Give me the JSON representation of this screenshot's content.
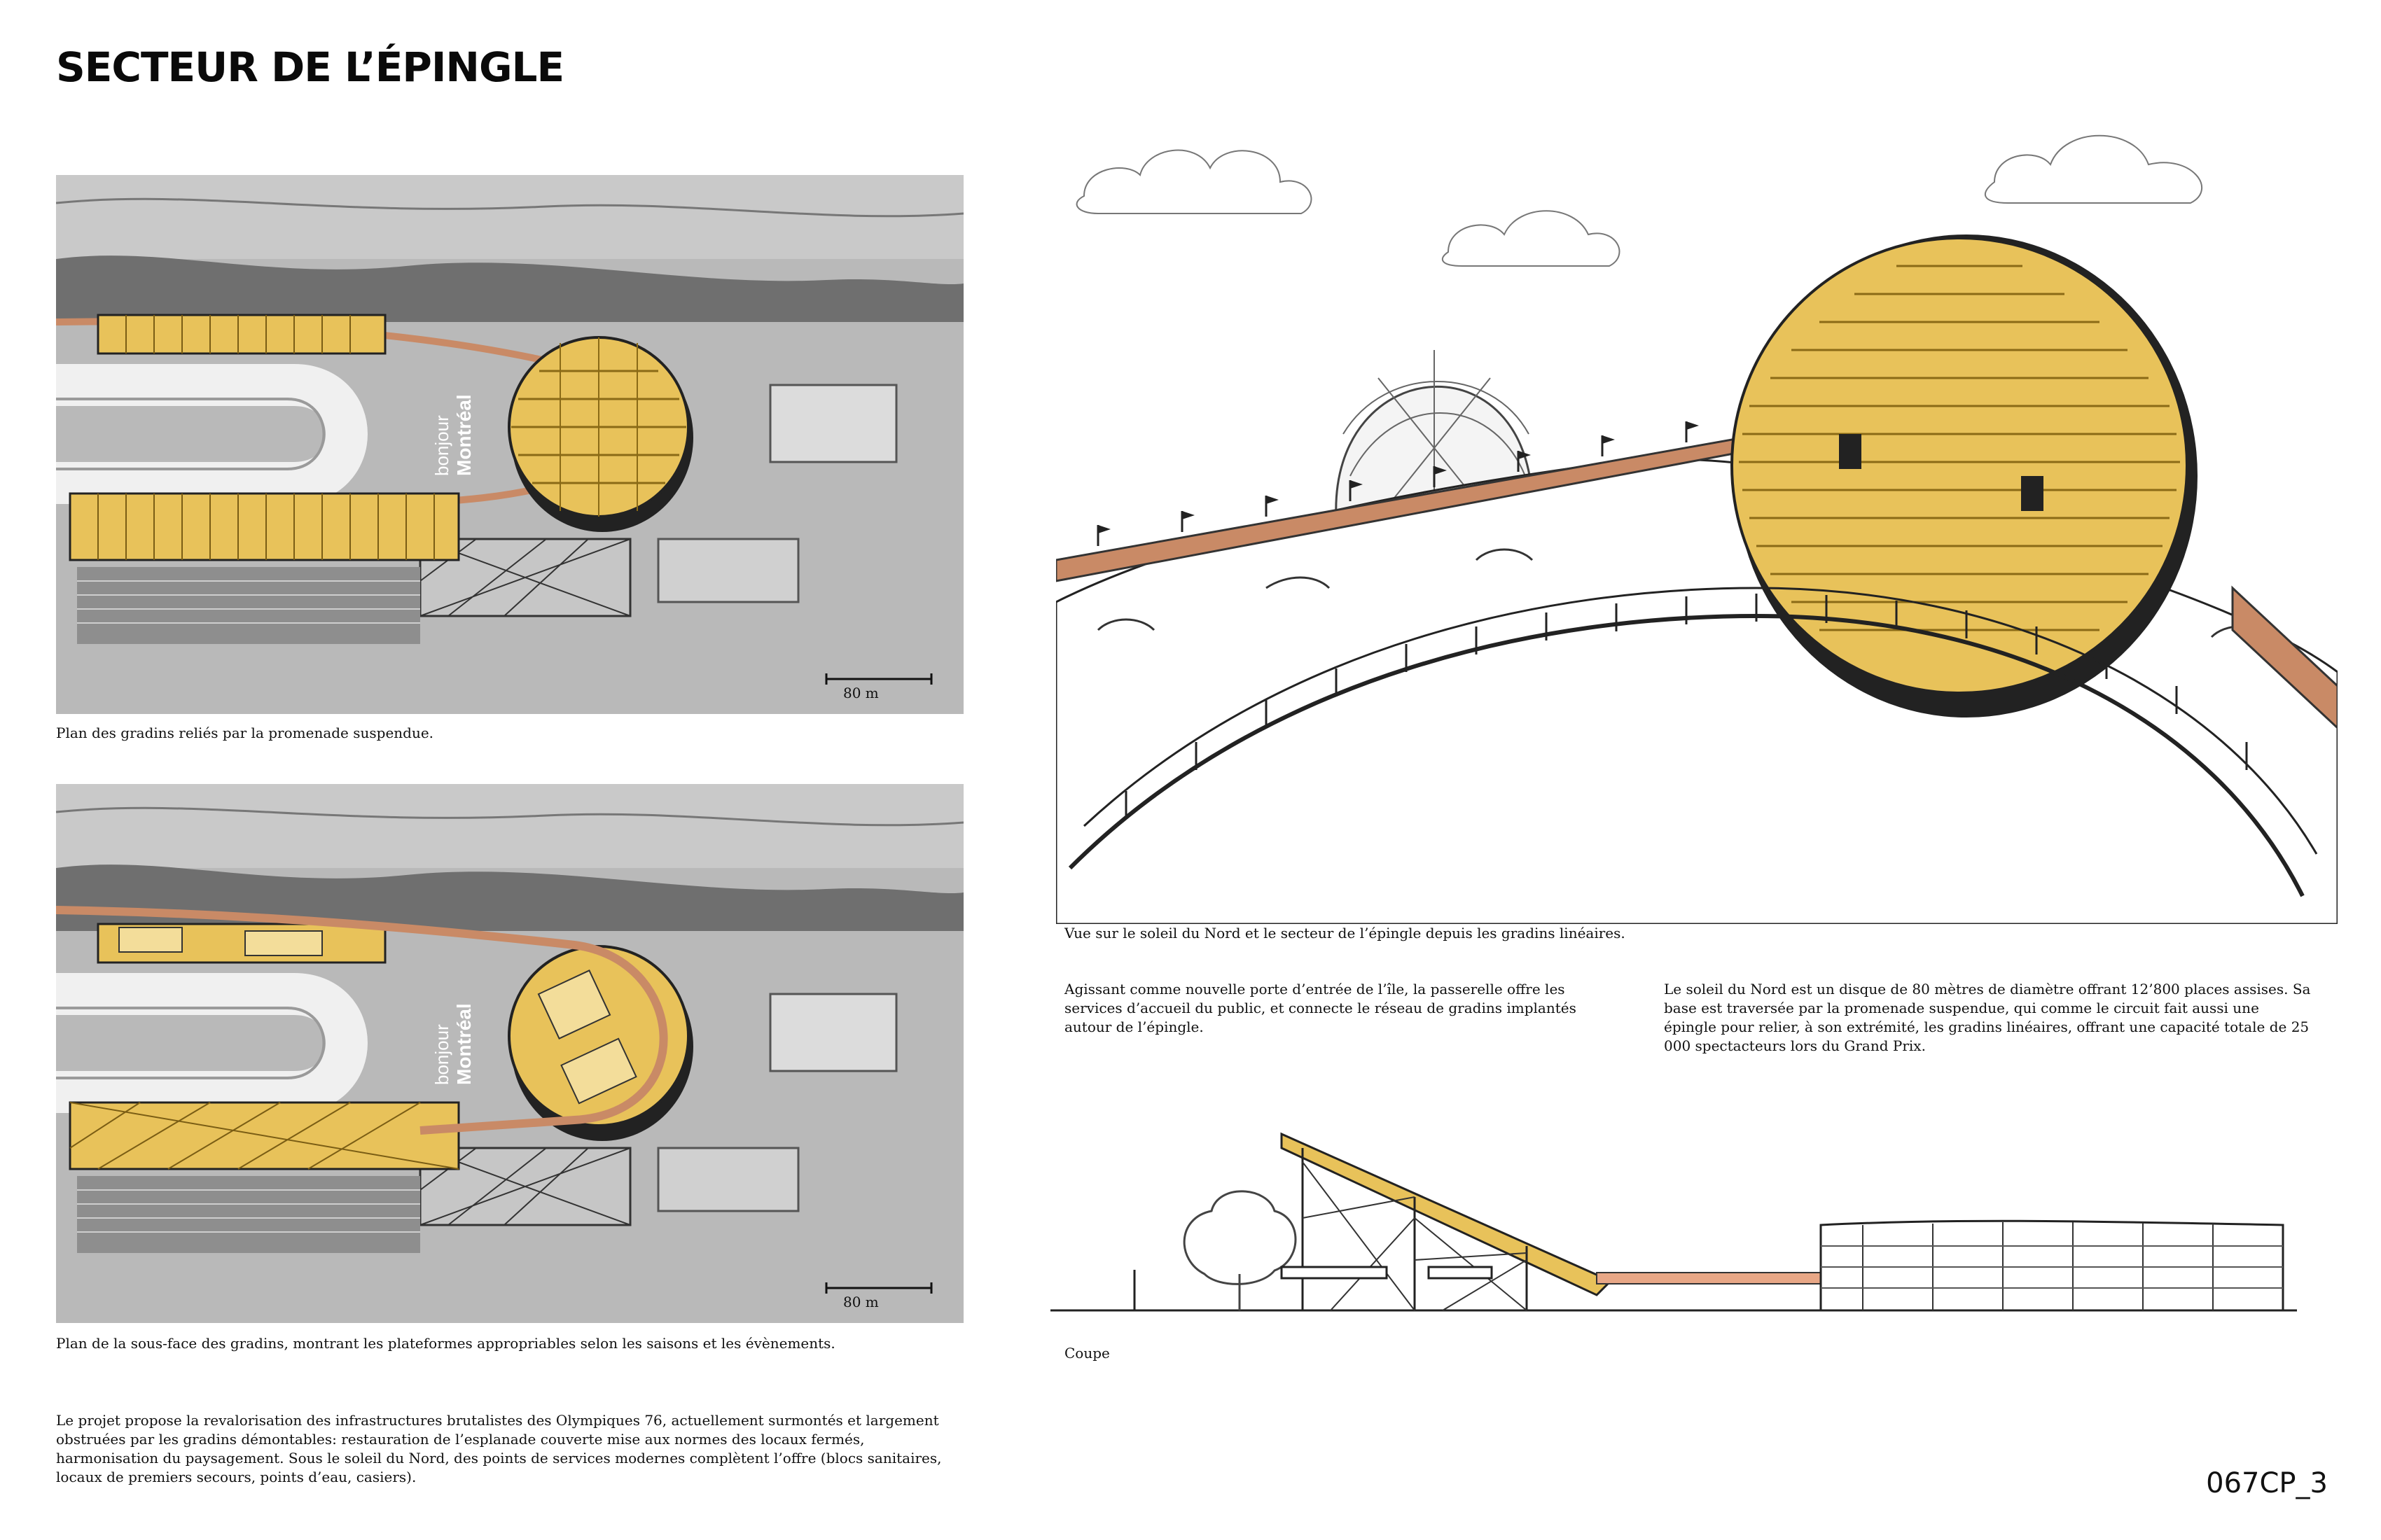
{
  "header": {
    "title": "SECTEUR DE L’ÉPINGLE"
  },
  "plans": [
    {
      "caption": "Plan des gradins reliés par la promenade suspendue.",
      "scale": "80 m",
      "map_label_top": "bonjour",
      "map_label_bottom": "Montréal"
    },
    {
      "caption": "Plan de la sous-face des gradins, montrant les plateformes appropriables selon les saisons et les évènements.",
      "scale": "80 m",
      "map_label_top": "bonjour",
      "map_label_bottom": "Montréal"
    }
  ],
  "perspective": {
    "caption": "Vue sur le soleil du Nord et le secteur de l’épingle depuis les gradins linéaires."
  },
  "texts": {
    "col1": "Agissant comme nouvelle porte d’entrée de l’île, la passerelle offre les services d’accueil du public, et connecte le réseau de gradins implantés autour de l’épingle.",
    "col2": "Le soleil du Nord est un disque de 80 mètres de diamètre offrant 12’800 places assises. Sa base est traversée par la promenade suspendue, qui comme le circuit fait aussi une épingle pour relier, à son extrémité, les gradins linéaires, offrant une capacité totale de 25 000 spectacteurs lors du Grand Prix.",
    "bottom": "Le projet propose la revalorisation des infrastructures brutalistes des Olympiques 76, actuellement surmontés et largement obstruées par les gradins démontables: restauration de l’esplanade couverte mise aux normes  des locaux fermés, harmonisation du paysagement. Sous le soleil du Nord, des points de services modernes complètent l’offre (blocs sanitaires, locaux de premiers secours, points d’eau, casiers)."
  },
  "section": {
    "caption": "Coupe"
  },
  "footer": {
    "page_id": "067CP_3"
  },
  "colors": {
    "wood": "#e8c25a",
    "promenade": "#c98a66",
    "map_gray": "#b9b9b9"
  }
}
